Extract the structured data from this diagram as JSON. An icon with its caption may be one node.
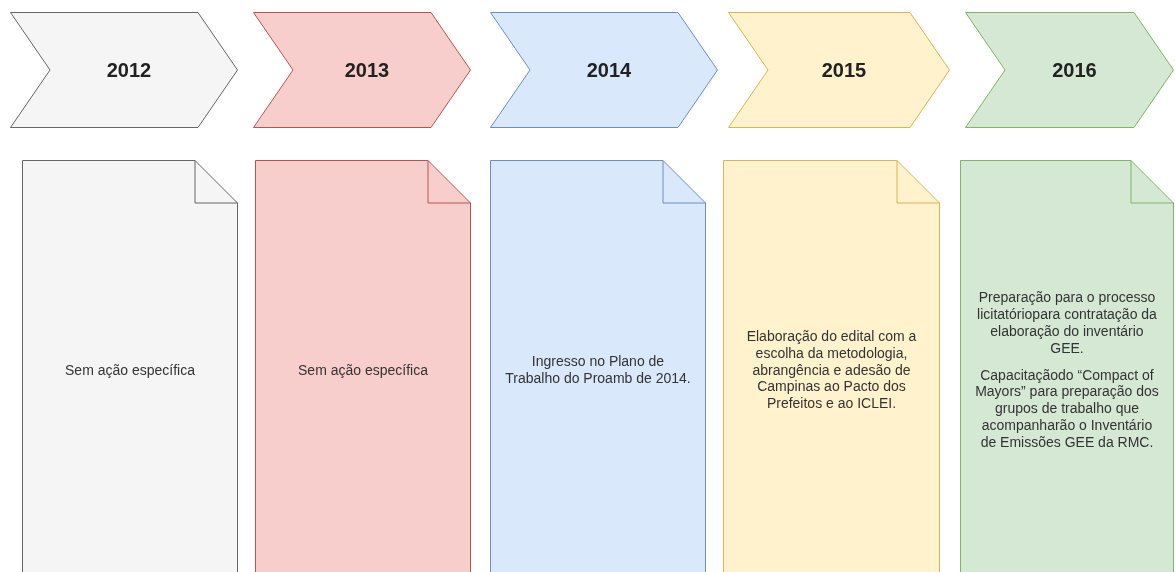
{
  "diagram": {
    "nodes": [
      {
        "text": [
          "2012"
        ]
      },
      {
        "text": [
          "2013"
        ]
      },
      {
        "text": [
          "2014"
        ]
      },
      {
        "text": [
          "2015"
        ]
      },
      {
        "text": [
          "2016"
        ]
      },
      {
        "text": [
          "Sem ação específica"
        ]
      },
      {
        "text": [
          "Sem ação específica"
        ]
      },
      {
        "text": [
          "Ingresso no Plano de Trabalho do Proamb de 2014."
        ]
      },
      {
        "text": [
          "Elaboração do edital com a escolha da metodologia, abrangência e adesão de Campinas ao Pacto dos Prefeitos e ao ICLEI."
        ]
      },
      {
        "text": [
          "Preparação para o processo licitatóriopara contratação da elaboração do inventário GEE.",
          "Capacitaçãodo “Compact of  Mayors” para preparação dos grupos de trabalho que acompanharão o Inventário de Emissões GEE da RMC."
        ]
      }
    ]
  }
}
